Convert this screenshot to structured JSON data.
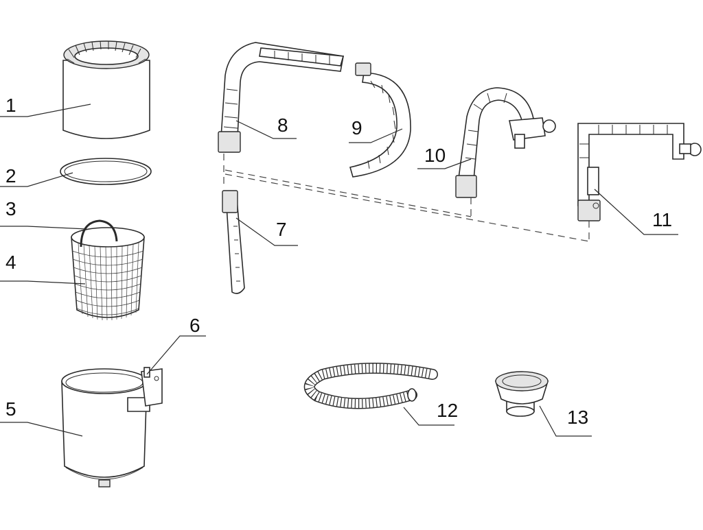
{
  "callouts": {
    "c1": "1",
    "c2": "2",
    "c3": "3",
    "c4": "4",
    "c5": "5",
    "c6": "6",
    "c7": "7",
    "c8": "8",
    "c9": "9",
    "c10": "10",
    "c11": "11",
    "c12": "12",
    "c13": "13"
  },
  "colors": {
    "line": "#2a2a2a",
    "shade": "#e4e4e4",
    "background": "#ffffff"
  }
}
